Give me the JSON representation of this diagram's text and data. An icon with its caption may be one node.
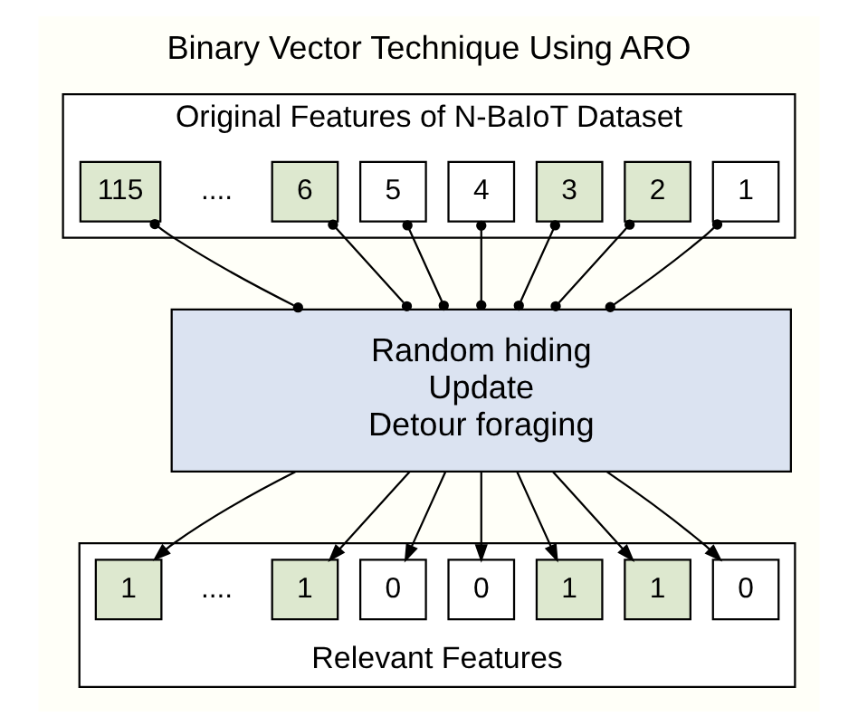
{
  "diagram": {
    "title": "Binary Vector Technique Using ARO",
    "nodes": [
      {
        "text": [
          "Original Features of N-BaIoT Dataset"
        ]
      },
      {
        "text": [
          "1"
        ],
        "in": 0
      },
      {
        "text": [
          "2"
        ],
        "in": 0
      },
      {
        "text": [
          "3"
        ],
        "in": 0
      },
      {
        "text": [
          "4"
        ],
        "in": 0
      },
      {
        "text": [
          "5"
        ],
        "in": 0
      },
      {
        "text": [
          "6"
        ],
        "in": 0
      },
      {
        "text": [
          "115"
        ],
        "in": 0
      },
      {
        "text": [
          "Random hiding",
          "Update",
          "Detour foraging"
        ]
      },
      {
        "text": [
          "Relevant Features"
        ]
      },
      {
        "text": [
          "0"
        ],
        "in": 9
      },
      {
        "text": [
          "1"
        ],
        "in": 9
      },
      {
        "text": [
          "1"
        ],
        "in": 9
      },
      {
        "text": [
          "0"
        ],
        "in": 9
      },
      {
        "text": [
          "0"
        ],
        "in": 9
      },
      {
        "text": [
          "1"
        ],
        "in": 9
      },
      {
        "text": [
          "1"
        ],
        "in": 9
      }
    ],
    "edges": [
      {
        "from": 1,
        "to": 8,
        "arrow": "other"
      },
      {
        "from": 2,
        "to": 8,
        "arrow": "other"
      },
      {
        "from": 3,
        "to": 8,
        "arrow": "other"
      },
      {
        "from": 4,
        "to": 8,
        "arrow": "other"
      },
      {
        "from": 5,
        "to": 8,
        "arrow": "other"
      },
      {
        "from": 6,
        "to": 8,
        "arrow": "other"
      },
      {
        "from": 7,
        "to": 8,
        "arrow": "other"
      },
      {
        "from": 8,
        "to": 10,
        "arrow": "to"
      },
      {
        "from": 8,
        "to": 11,
        "arrow": "to"
      },
      {
        "from": 8,
        "to": 12,
        "arrow": "to"
      },
      {
        "from": 8,
        "to": 13,
        "arrow": "to"
      },
      {
        "from": 8,
        "to": 14,
        "arrow": "to"
      },
      {
        "from": 8,
        "to": 15,
        "arrow": "to"
      },
      {
        "from": 8,
        "to": 16,
        "arrow": "to"
      }
    ],
    "labels": [
      "....",
      "...."
    ]
  }
}
